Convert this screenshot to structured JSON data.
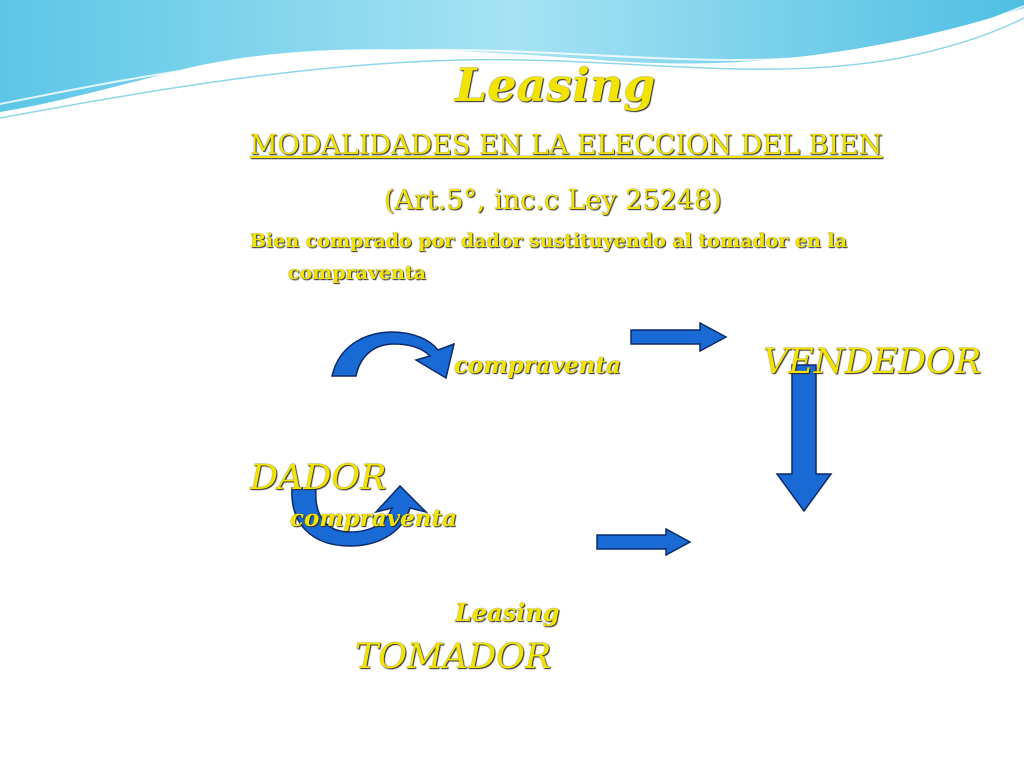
{
  "slide": {
    "title": "Leasing",
    "subtitle": "MODALIDADES EN LA ELECCION DEL BIEN",
    "article": "(Art.5°, inc.c Ley 25248)",
    "body_line1": "Bien comprado por dador sustituyendo al tomador en la",
    "body_line2": "compraventa"
  },
  "diagram": {
    "compraventa_top": "compraventa",
    "vendedor": "VENDEDOR",
    "dador": "DADOR",
    "compraventa_bottom": "compraventa",
    "leasing": "Leasing",
    "tomador": "TOMADOR"
  },
  "colors": {
    "text": "#f2e400",
    "arrow_fill": "#1a6ad6",
    "arrow_stroke": "#0b2a6a",
    "wave": "#7fd3ec"
  }
}
